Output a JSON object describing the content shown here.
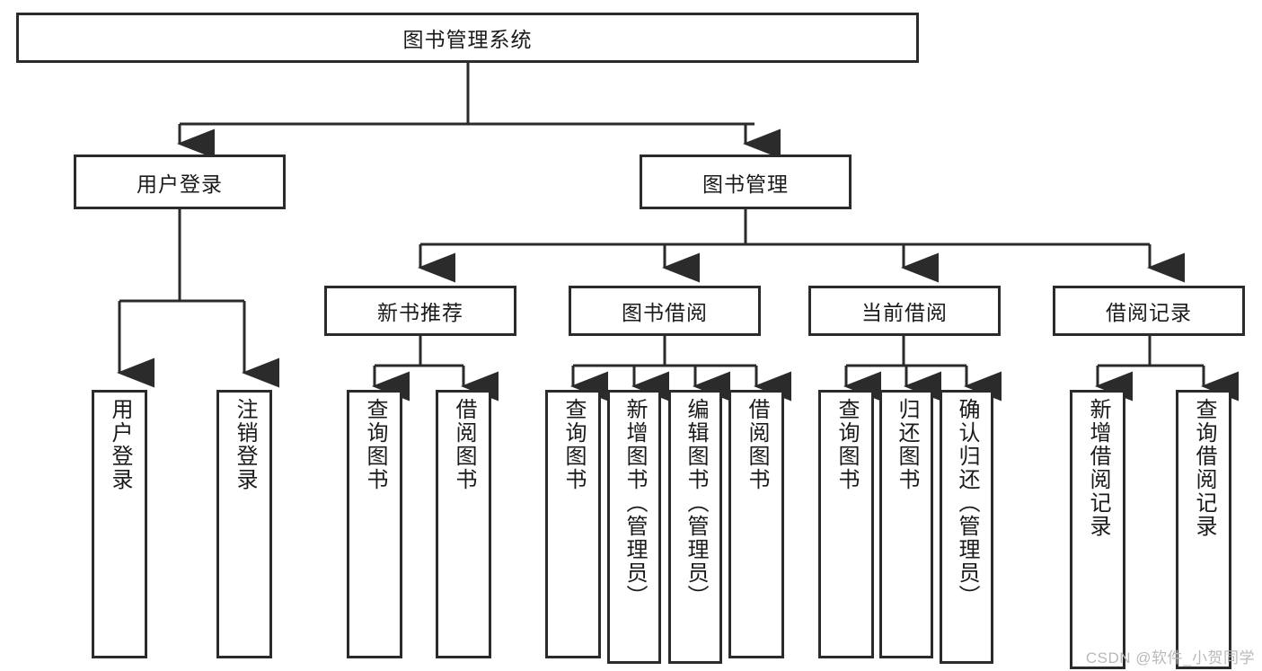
{
  "diagram": {
    "title": "图书管理系统",
    "type": "hierarchy-tree",
    "watermark": "CSDN @软件_小贺同学",
    "colors": {
      "stroke": "#2b2b2b",
      "fill": "#ffffff",
      "text": "#1a1a1a",
      "watermark": "#b9b9b9"
    },
    "nodes": {
      "root": {
        "label": "图书管理系统"
      },
      "level1": [
        {
          "label": "用户登录"
        },
        {
          "label": "图书管理"
        }
      ],
      "level2": [
        {
          "label": "新书推荐"
        },
        {
          "label": "图书借阅"
        },
        {
          "label": "当前借阅"
        },
        {
          "label": "借阅记录"
        }
      ],
      "leaves": {
        "user_login": [
          {
            "label": "用户登录"
          },
          {
            "label": "注销登录"
          }
        ],
        "new_book": [
          {
            "label": "查询图书"
          },
          {
            "label": "借阅图书"
          }
        ],
        "book_borrow": [
          {
            "label": "查询图书"
          },
          {
            "label": "新增图书（管理员）"
          },
          {
            "label": "编辑图书（管理员）"
          },
          {
            "label": "借阅图书"
          }
        ],
        "current_borrow": [
          {
            "label": "查询图书"
          },
          {
            "label": "归还图书"
          },
          {
            "label": "确认归还（管理员）"
          }
        ],
        "borrow_record": [
          {
            "label": "新增借阅记录"
          },
          {
            "label": "查询借阅记录"
          }
        ]
      }
    }
  }
}
